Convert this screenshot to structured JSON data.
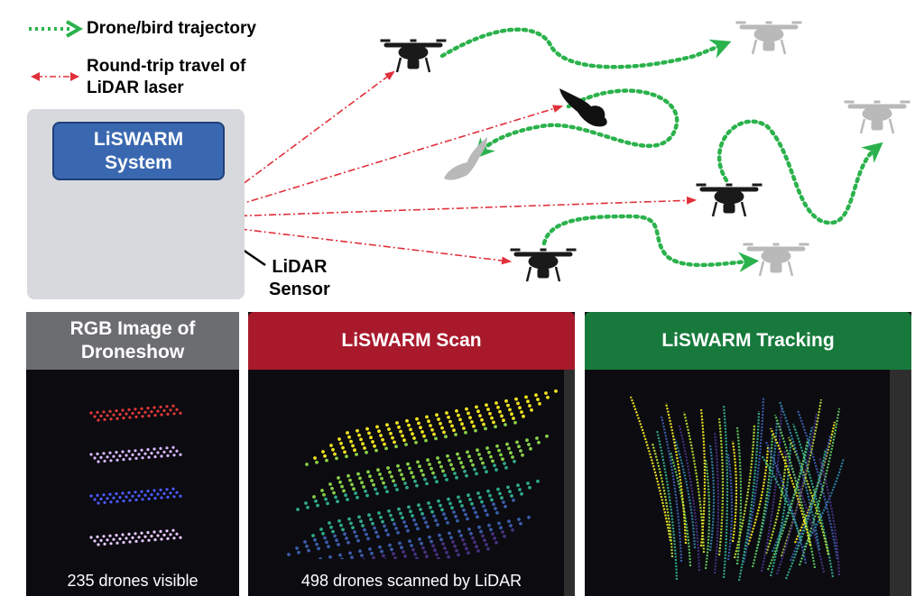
{
  "legend": {
    "trajectory_label": "Drone/bird trajectory",
    "laser_label": "Round-trip travel of\nLiDAR laser"
  },
  "system": {
    "title": "LiSWARM\nSystem",
    "sensor_label": "LiDAR\nSensor"
  },
  "panels": [
    {
      "title": "RGB Image of\nDroneshow",
      "caption": "235 drones visible",
      "header_color": "#6c6d70"
    },
    {
      "title": "LiSWARM Scan",
      "caption": "498 drones scanned by LiDAR",
      "header_color": "#a8192b"
    },
    {
      "title": "LiSWARM Tracking",
      "caption": "",
      "header_color": "#177a3c"
    }
  ],
  "colors": {
    "trajectory": "#2bb24c",
    "laser": "#e0303a",
    "system_box": "#d7d9dc",
    "system_title": "#3a68b0"
  }
}
